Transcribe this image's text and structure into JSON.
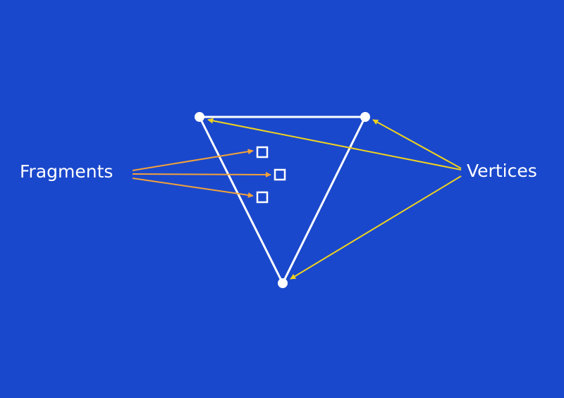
{
  "diagram": {
    "labels": {
      "fragments": "Fragments",
      "vertices": "Vertices"
    },
    "colors": {
      "background": "#1a48cc",
      "shape": "#ffffff",
      "fragment_arrows": "#f2a23a",
      "vertex_arrows": "#f0d21e"
    },
    "counts": {
      "vertices": 3,
      "fragments": 3
    }
  }
}
